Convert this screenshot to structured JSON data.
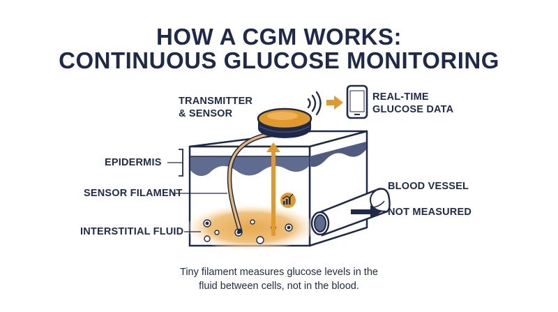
{
  "title": {
    "line1": "HOW A CGM WORKS:",
    "line2": "CONTINUOUS GLUCOSE MONITORING"
  },
  "labels": {
    "transmitter_line1": "TRANSMITTER",
    "transmitter_line2": "& SENSOR",
    "realtime_line1": "REAL-TIME",
    "realtime_line2": "GLUCOSE DATA",
    "epidermis": "EPIDERMIS",
    "sensor_filament": "SENSOR FILAMENT",
    "interstitial_fluid": "INTERSTITIAL FLUID",
    "blood_vessel": "BLOOD VESSEL",
    "not_measured": "NOT MEASURED"
  },
  "caption": {
    "line1": "Tiny filament measures glucose levels in the",
    "line2": "fluid between cells, not in the blood."
  },
  "colors": {
    "navy": "#1e2a4a",
    "orange": "#e09a2c",
    "skin_wave": "#5f6c8f",
    "fluid": "#f0c27d"
  },
  "icons": [
    "wifi-signal-icon",
    "arrow-right-icon",
    "smartphone-icon",
    "trend-chart-icon"
  ]
}
